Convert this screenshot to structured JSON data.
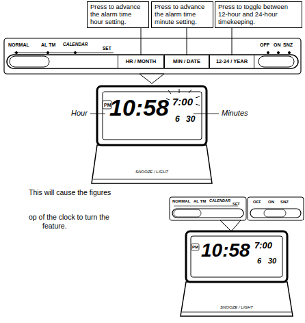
{
  "diagram": {
    "nodes": [
      {
        "text": [
          "Press to advance the alarm time hour setting."
        ]
      },
      {
        "text": [
          "Press to advance the alarm time minute setting."
        ]
      },
      {
        "text": [
          "Press to toggle between 12-hour and 24-hour timekeeping."
        ]
      },
      {
        "text": [
          "HR / MONTH"
        ]
      },
      {
        "text": [
          "MIN / DATE"
        ]
      },
      {
        "text": [
          "12·24 / YEAR"
        ]
      }
    ],
    "edges": [
      {
        "from": 0,
        "to": 3,
        "arrow": "none"
      },
      {
        "from": 1,
        "to": 4,
        "arrow": "none"
      },
      {
        "from": 2,
        "to": 5,
        "arrow": "none"
      }
    ],
    "labels": [
      "NORMAL",
      "AL TM",
      "CALENDAR",
      "SET",
      "OFF",
      "ON",
      "SNZ",
      "Hour",
      "Minutes",
      "PM",
      "10:58",
      "7:00",
      "6",
      "30",
      "SNOOZE / LIGHT",
      "This will cause the figures",
      "op of the clock to turn the",
      "feature.",
      "NORMAL",
      "AL TM",
      "CALENDAR",
      "SET",
      "OFF",
      "ON",
      "SNZ",
      "PM",
      "10:58",
      "7:00",
      "6",
      "30",
      "SNOOZE / LIGHT"
    ]
  }
}
